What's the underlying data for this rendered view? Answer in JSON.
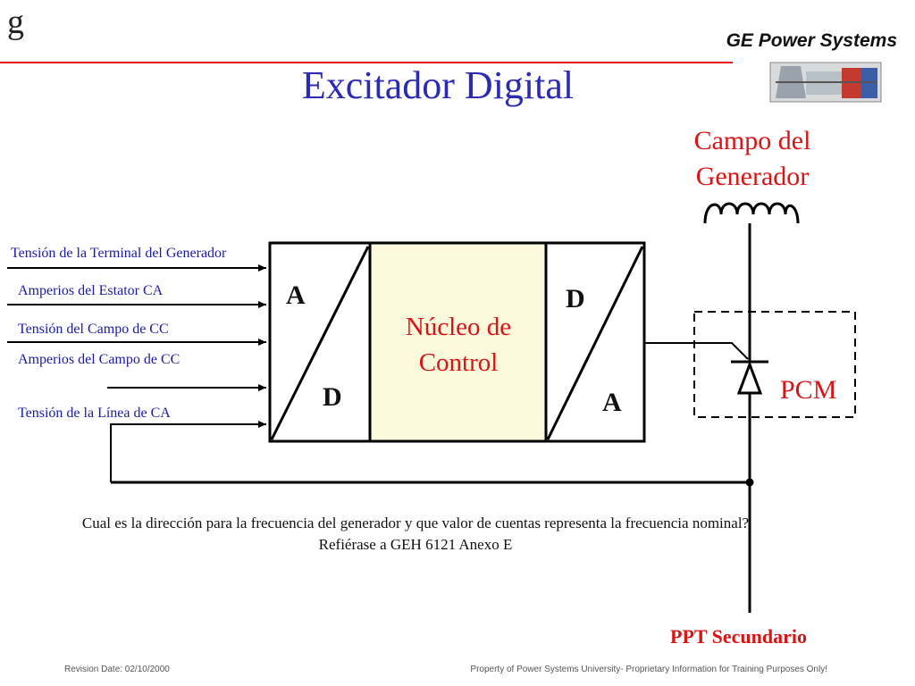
{
  "header": {
    "logo_text": "g",
    "brand": "GE  Power Systems",
    "title": "Excitador Digital"
  },
  "inputs": [
    "Tensión de la Terminal del Generador",
    "Amperios del Estator CA",
    "Tensión del Campo de CC",
    "Amperios del Campo de CC",
    "Tensión de la Línea de CA"
  ],
  "converters": {
    "ad_top": "A",
    "ad_bottom": "D",
    "da_top": "D",
    "da_bottom": "A"
  },
  "core": {
    "line1": "Núcleo de",
    "line2": "Control"
  },
  "field": {
    "line1": "Campo del",
    "line2": "Generador"
  },
  "pcm_label": "PCM",
  "ppt_label": "PPT Secundario",
  "question": {
    "line1": "Cual es la dirección para la frecuencia del generador y que valor de cuentas representa la frecuencia nominal?",
    "line2": "Refiérase a GEH 6121 Anexo E"
  },
  "footer": {
    "revision": "Revision Date: 02/10/2000",
    "property": "Property of Power Systems University- Proprietary Information for Training Purposes Only!"
  },
  "colors": {
    "title_blue": "#2b2bb4",
    "label_blue": "#1a1aa8",
    "accent_red": "#d81414",
    "core_fill": "#fbf8dc"
  }
}
